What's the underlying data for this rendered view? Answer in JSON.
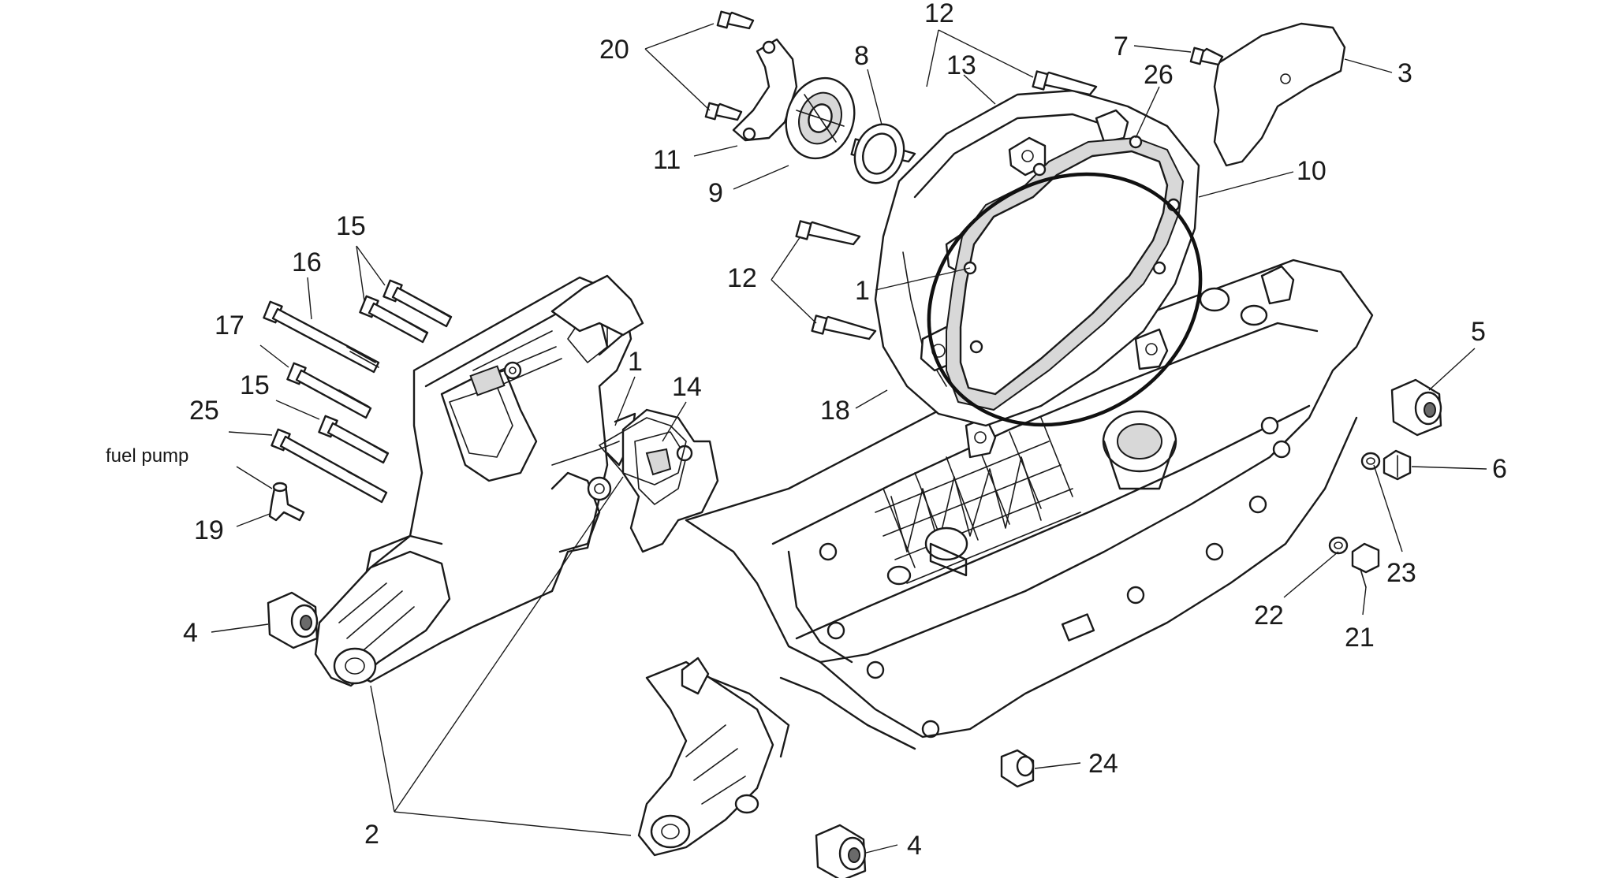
{
  "callouts": [
    {
      "id": "c1a",
      "text": "1"
    },
    {
      "id": "c1b",
      "text": "1"
    },
    {
      "id": "c2",
      "text": "2"
    },
    {
      "id": "c3",
      "text": "3"
    },
    {
      "id": "c4a",
      "text": "4"
    },
    {
      "id": "c4b",
      "text": "4"
    },
    {
      "id": "c5",
      "text": "5"
    },
    {
      "id": "c6",
      "text": "6"
    },
    {
      "id": "c7",
      "text": "7"
    },
    {
      "id": "c8",
      "text": "8"
    },
    {
      "id": "c9",
      "text": "9"
    },
    {
      "id": "c10",
      "text": "10"
    },
    {
      "id": "c11",
      "text": "11"
    },
    {
      "id": "c12a",
      "text": "12"
    },
    {
      "id": "c12b",
      "text": "12"
    },
    {
      "id": "c13",
      "text": "13"
    },
    {
      "id": "c14",
      "text": "14"
    },
    {
      "id": "c15a",
      "text": "15"
    },
    {
      "id": "c15b",
      "text": "15"
    },
    {
      "id": "c16",
      "text": "16"
    },
    {
      "id": "c17",
      "text": "17"
    },
    {
      "id": "c18",
      "text": "18"
    },
    {
      "id": "c19",
      "text": "19"
    },
    {
      "id": "c20",
      "text": "20"
    },
    {
      "id": "c21",
      "text": "21"
    },
    {
      "id": "c22",
      "text": "22"
    },
    {
      "id": "c23",
      "text": "23"
    },
    {
      "id": "c24",
      "text": "24"
    },
    {
      "id": "c25",
      "text": "25"
    },
    {
      "id": "c26",
      "text": "26"
    }
  ],
  "annotations": {
    "fuel_pump": "fuel pump"
  }
}
